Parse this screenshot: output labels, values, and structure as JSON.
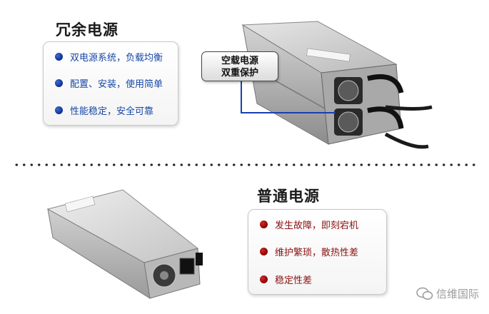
{
  "redundant": {
    "title": "冗余电源",
    "items": [
      "双电源系统，负载均衡",
      "配置、安装，使用简单",
      "性能稳定，安全可靠"
    ],
    "callout_line1": "空载电源",
    "callout_line2": "双重保护"
  },
  "normal": {
    "title": "普通电源",
    "items": [
      "发生故障，即刻宕机",
      "维护繁琐，散热性差",
      "稳定性差"
    ]
  },
  "watermark": {
    "text": "信维国际",
    "icon": "wechat-icon"
  },
  "colors": {
    "blue_text": "#1747a6",
    "red_text": "#8a0f0f",
    "callout_line": "#1a3fb0"
  }
}
